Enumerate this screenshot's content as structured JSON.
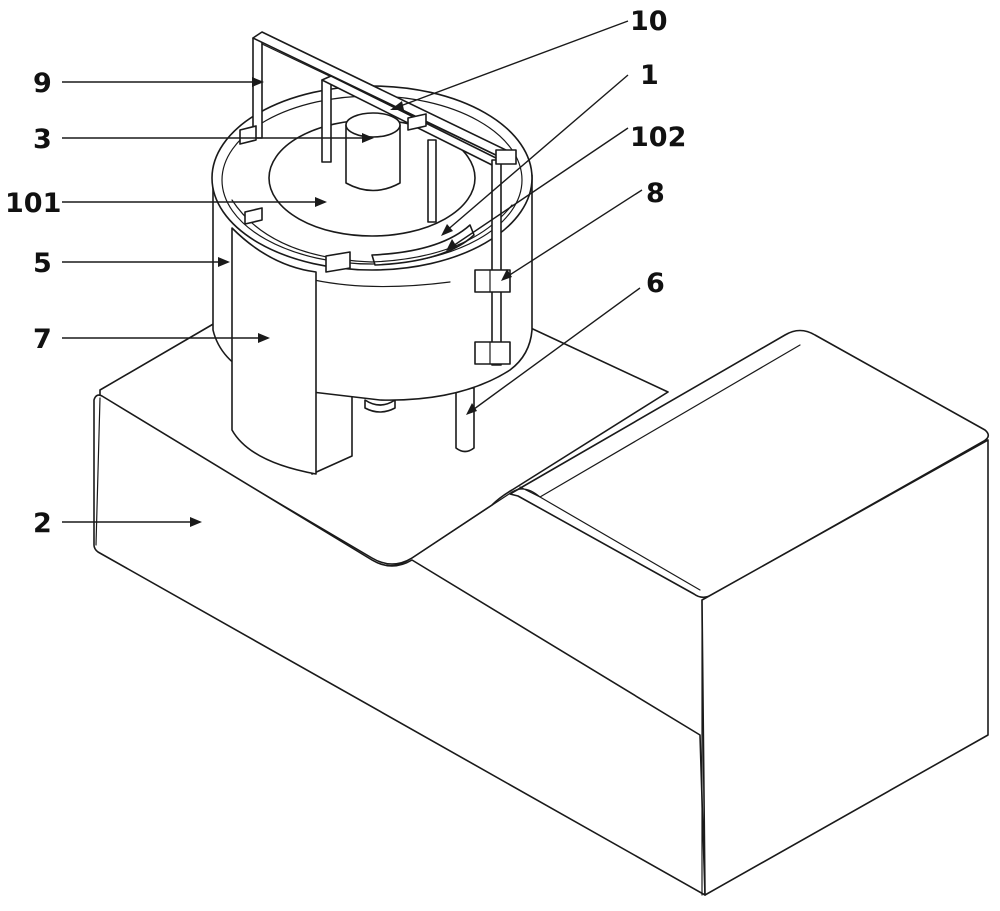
{
  "labels": {
    "l10": "10",
    "l9": "9",
    "l1": "1",
    "l3": "3",
    "l102": "102",
    "l101": "101",
    "l8": "8",
    "l5": "5",
    "l6": "6",
    "l7": "7",
    "l2": "2"
  },
  "colors": {
    "line": "#1a1a1a",
    "background": "#ffffff"
  }
}
